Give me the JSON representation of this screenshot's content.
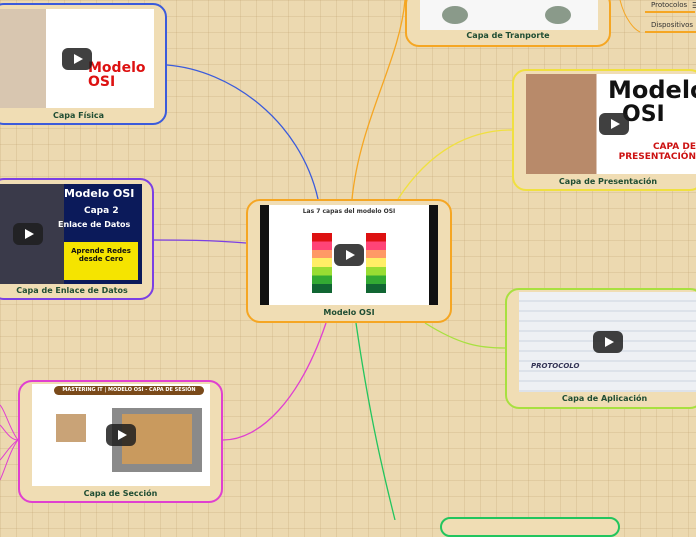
{
  "central": {
    "label": "Modelo OSI",
    "thumb_title": "Las 7 capas del modelo OSI",
    "color": "#f5a623"
  },
  "nodes": {
    "fisica": {
      "label": "Capa Física",
      "thumb_text": "Modelo OSI",
      "color": "#3b5bdb"
    },
    "enlace": {
      "label": "Capa de Enlace de Datos",
      "thumb_text": [
        "Modelo OSI",
        "Capa 2",
        "Enlace de Datos",
        "Aprende Redes desde Cero"
      ],
      "color": "#7b3fe4"
    },
    "seccion": {
      "label": "Capa de Sección",
      "thumb_text": "MASTERING IT | MODELO OSI - CAPA DE SESIÓN",
      "color": "#e040d0"
    },
    "transporte": {
      "label": "Capa de Tranporte",
      "color": "#f5a623"
    },
    "presentacion": {
      "label": "Capa de Presentación",
      "thumb_text": [
        "Modelo",
        "OSI",
        "CAPA DE PRESENTACIÓN"
      ],
      "color": "#f0e040"
    },
    "aplicacion": {
      "label": "Capa de Aplicación",
      "thumb_text": "PROTOCOLO",
      "color": "#a8e040"
    }
  },
  "side_items": [
    {
      "label": "Protocolos"
    },
    {
      "label": "Dispositivos"
    }
  ],
  "icons": {
    "play": "play-icon",
    "menu": "hamburger-menu-icon"
  }
}
